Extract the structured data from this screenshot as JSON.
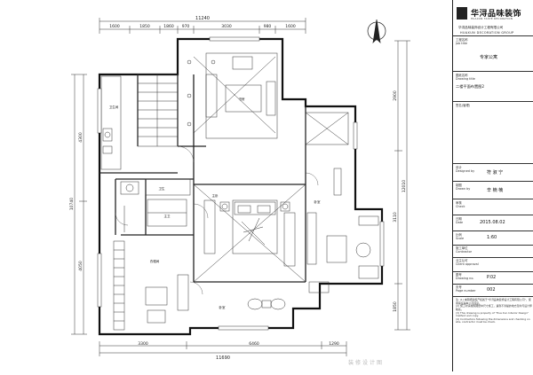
{
  "dimensions": {
    "top_total": "11240",
    "top": [
      "1600",
      "1850",
      "1860",
      "970",
      "3030",
      "980",
      "1600"
    ],
    "bottom_total": "11690",
    "bottom": [
      "3300",
      "6460",
      "1290"
    ],
    "left_total": "10740",
    "left": [
      "4300",
      "4050"
    ],
    "right_total": "12010",
    "right": [
      "2900",
      "3110",
      "1850"
    ]
  },
  "rooms": {
    "kitchen": "卫生间",
    "bath": "卫生",
    "bedroom_a": "主卫",
    "wardrobe": "衣帽间",
    "master": "主卧",
    "study": "书房",
    "bedroom_b": "卧室",
    "small_label": "卧室"
  },
  "title_block": {
    "logo_cn": "华浔品味装饰",
    "logo_en": "HUAXUN TASTE DECORATION",
    "company_cn": "华浔品味装饰设计工程有限公司",
    "company_en": "HUAXUN DECORATION GROUP",
    "project_label": "工程名称\nJob title",
    "project_value": "专家公寓",
    "drawing_label": "图纸名称\nDrawing title",
    "drawing_value": "二楼平面布置图2",
    "sign_label": "签名(管理)",
    "designer_label": "设计\nDesigned by",
    "designer_value": "符 淑 宁",
    "drawn_label": "制图\nDrawn by",
    "drawn_value": "辛 楠 楠",
    "check_label": "审核\nCheck",
    "date_label": "日期\nDate",
    "date_value": "2015.08.02",
    "scale_label": "比例\nScale",
    "scale_value": "1:60",
    "contractor_label": "施工单位\nContractor",
    "client_label": "业主认可\nClient approval",
    "drawing_no_label": "图号\nDrawing no.",
    "drawing_no_value": "P.02",
    "page_label": "页号\nPage number",
    "page_value": "002",
    "notes": "注: (1) 本图纸版权产权属于\"华浔品味装饰设计工程有限公司\"，使用需征得本公司同意。\n(2) 施工时请按照图纸中尺寸施工，遇到不清楚的地方及时与设计师联系。\n(3) This drawing is property of \"Hua Xun Interior Design\" method and copy.\n(4) Contractors following the dimensions and checking on site, contractor must be check."
  },
  "watermark": "装修设计图"
}
